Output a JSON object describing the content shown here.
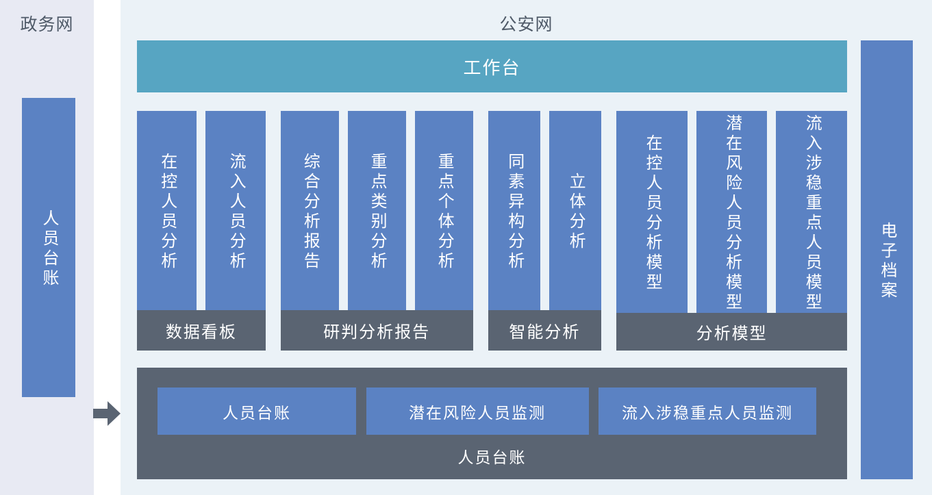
{
  "colors": {
    "blue": "#5b82c3",
    "teal": "#57a5c2",
    "dark": "#5a6472",
    "left_bg": "#e8eaf3",
    "main_bg": "#ebf2f7",
    "title_text": "#4f5a68",
    "white_text": "#ffffff"
  },
  "left_panel": {
    "title": "政务网",
    "bar_label": "人员台账"
  },
  "main_panel": {
    "title": "公安网",
    "workbench_label": "工作台",
    "groups": [
      {
        "footer": "数据看板",
        "columns": [
          "在控人员分析",
          "流入人员分析"
        ]
      },
      {
        "footer": "研判分析报告",
        "columns": [
          "综合分析报告",
          "重点类别分析",
          "重点个体分析"
        ]
      },
      {
        "footer": "智能分析",
        "columns": [
          "同素异构分析",
          "立体分析"
        ]
      },
      {
        "footer": "分析模型",
        "columns": [
          "在控人员分析模型",
          "潜在风险人员分析模型",
          "流入涉稳重点人员模型"
        ]
      }
    ],
    "bottom_panel": {
      "label": "人员台账",
      "buttons": [
        "人员台账",
        "潜在风险人员监测",
        "流入涉稳重点人员监测"
      ]
    }
  },
  "right_bar": {
    "label": "电子档案"
  }
}
